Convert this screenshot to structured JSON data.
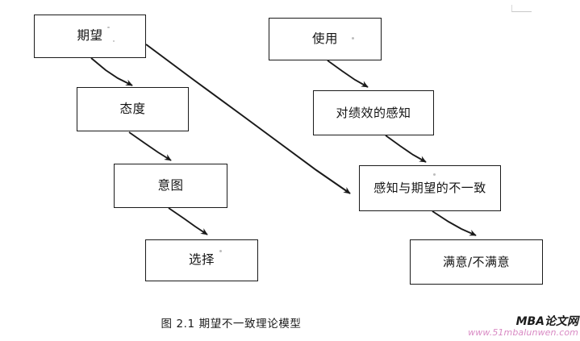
{
  "figure": {
    "caption": "图 2.1  期望不一致理论模型",
    "nodes": [
      {
        "id": "expectation",
        "label": "期望"
      },
      {
        "id": "usage",
        "label": "使用"
      },
      {
        "id": "attitude",
        "label": "态度"
      },
      {
        "id": "perceived-performance",
        "label": "对绩效的感知"
      },
      {
        "id": "intention",
        "label": "意图"
      },
      {
        "id": "disconfirmation",
        "label": "感知与期望的不一致"
      },
      {
        "id": "choice",
        "label": "选择"
      },
      {
        "id": "satisfaction",
        "label": "满意/不满意"
      }
    ],
    "edges": [
      {
        "from": "expectation",
        "to": "attitude"
      },
      {
        "from": "attitude",
        "to": "intention"
      },
      {
        "from": "intention",
        "to": "choice"
      },
      {
        "from": "expectation",
        "to": "disconfirmation"
      },
      {
        "from": "usage",
        "to": "perceived-performance"
      },
      {
        "from": "perceived-performance",
        "to": "disconfirmation"
      },
      {
        "from": "disconfirmation",
        "to": "satisfaction"
      }
    ],
    "colors": {
      "line": "#1a1a1a",
      "box_border": "#1a1a1a",
      "text": "#141414",
      "background": "#ffffff"
    }
  },
  "watermark": {
    "brand": "MBA论文网",
    "url": "www.51mbalunwen.com",
    "url_color": "#d98ac4"
  }
}
